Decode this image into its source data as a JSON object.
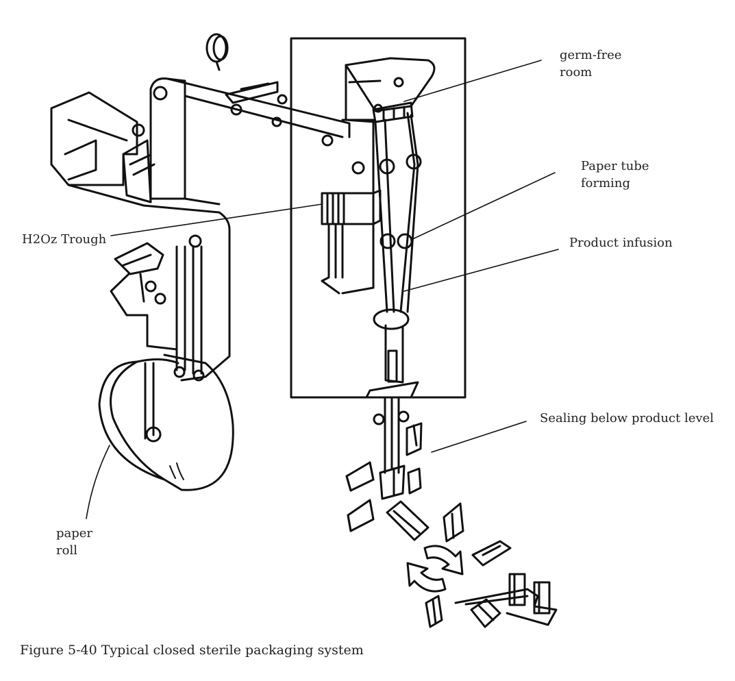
{
  "labels": {
    "germ_free_room": "germ-free\nroom",
    "paper_tube_forming": "Paper tube\nforming",
    "product_infusion": "Product infusion",
    "h2o2_trough": "H2Oz Trough",
    "sealing": "Sealing below product level",
    "paper_roll": "paper\nroll"
  },
  "caption": "Figure 5-40 Typical closed sterile packaging system",
  "colors": {
    "ink": "#111111",
    "text": "#222222",
    "background": "#ffffff"
  }
}
